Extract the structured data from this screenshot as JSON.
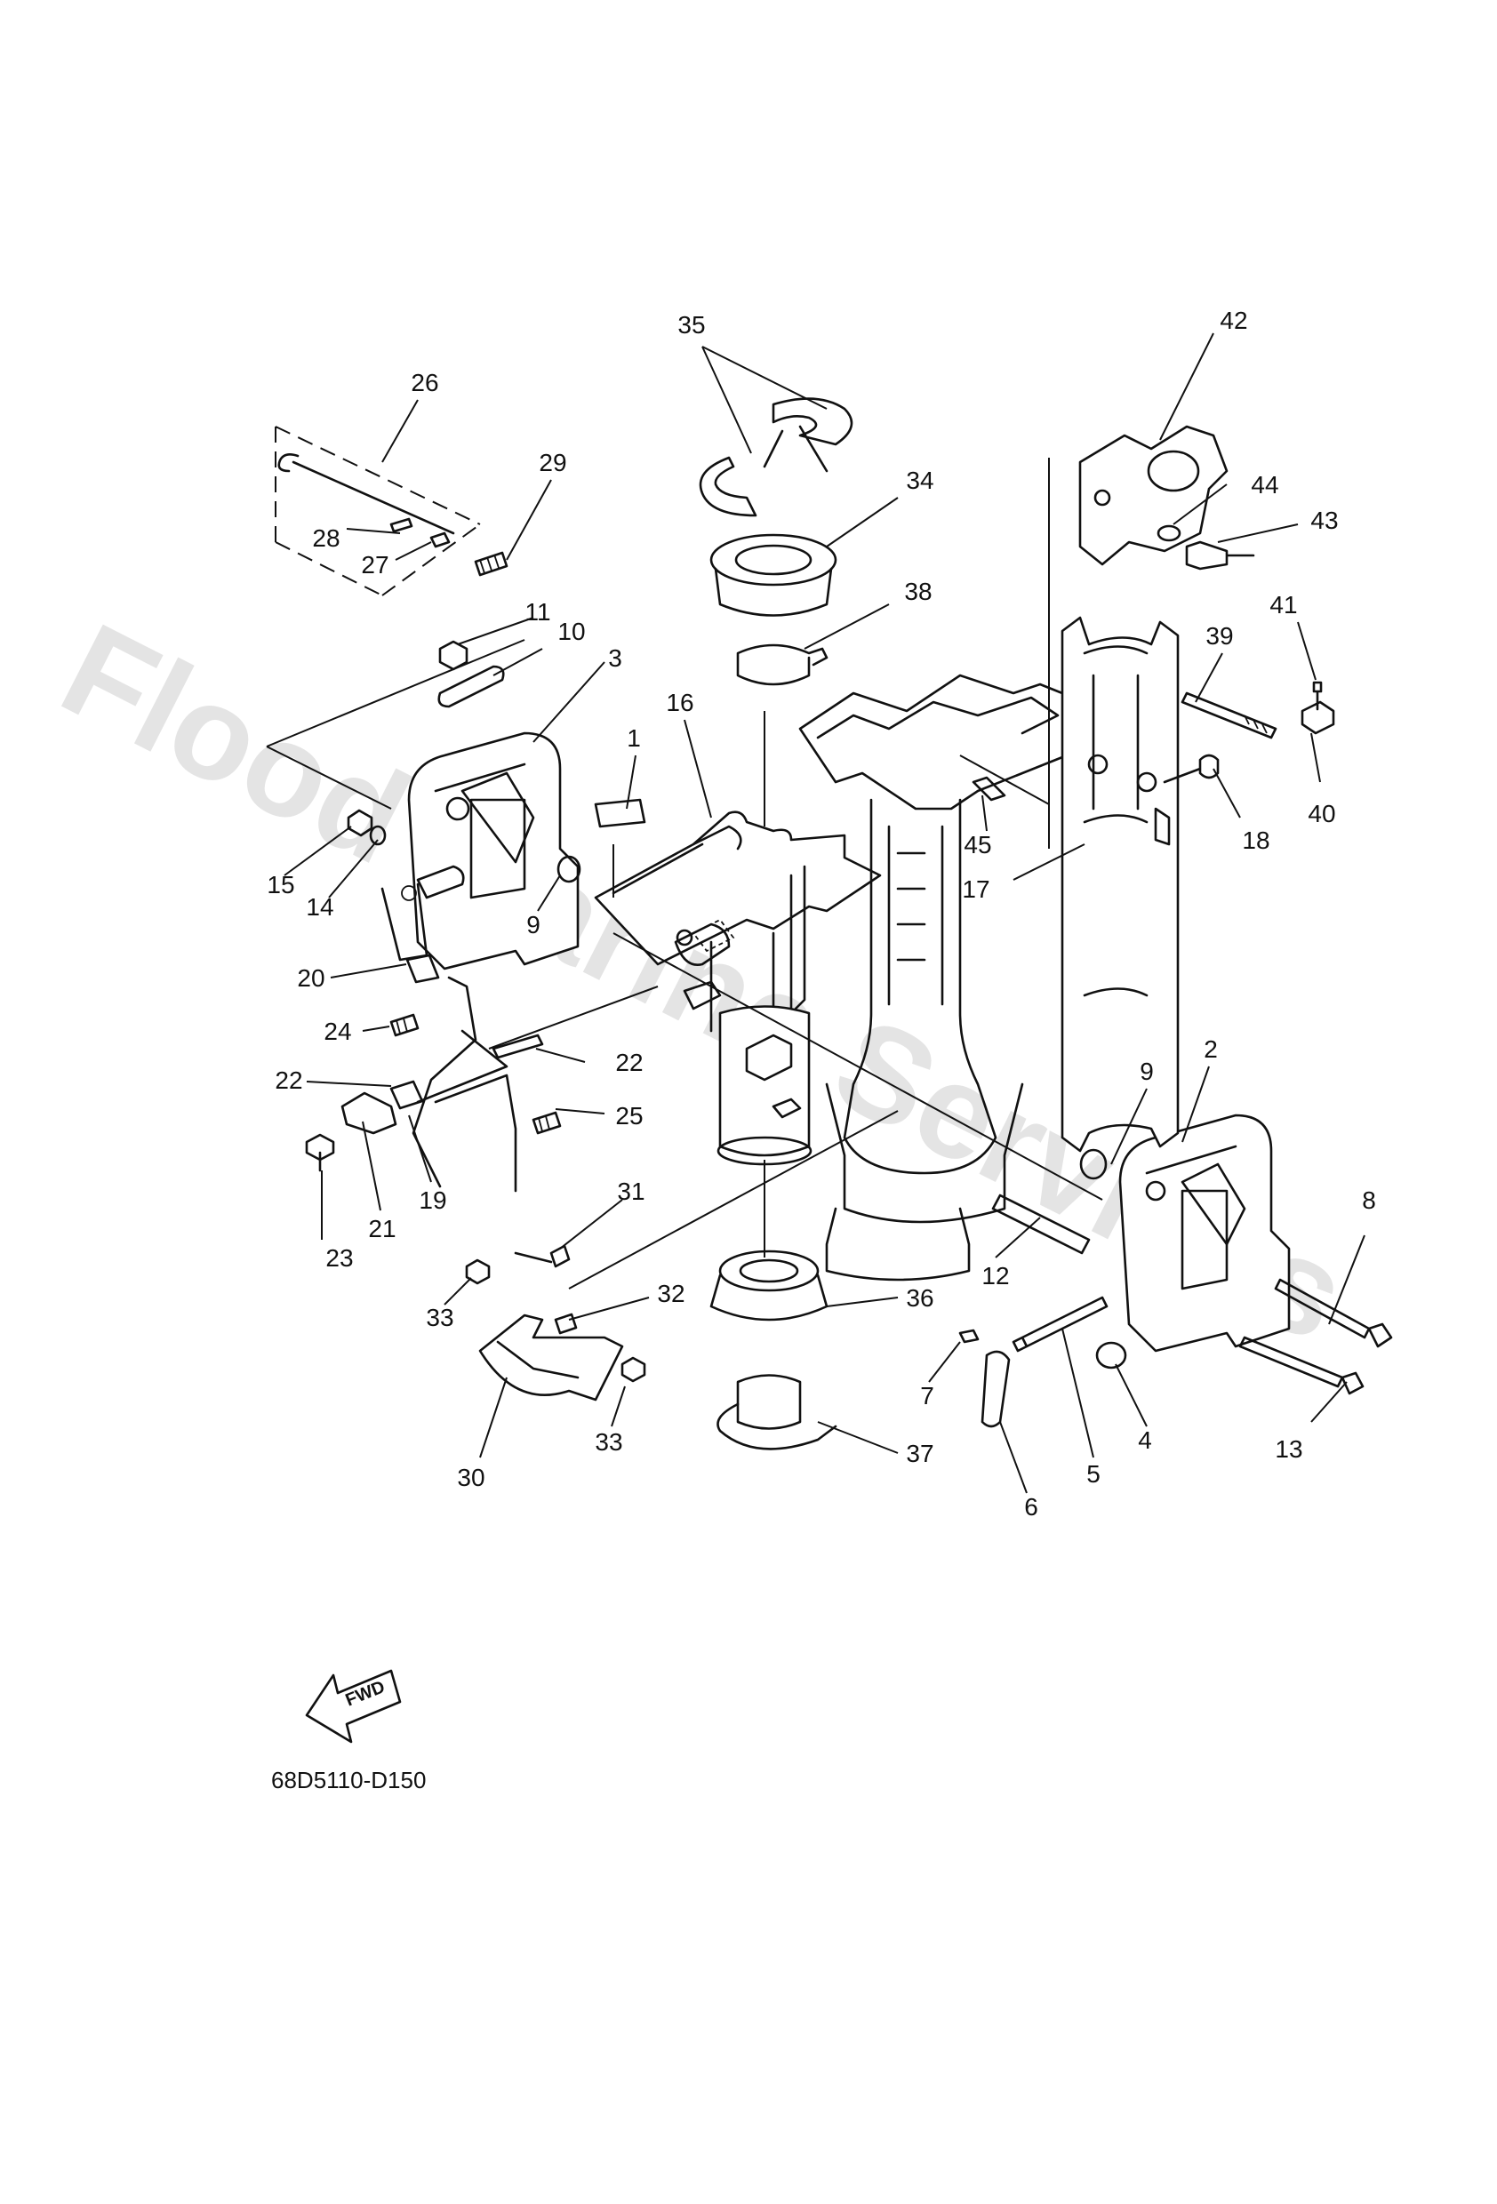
{
  "diagram": {
    "code": "68D5110-D150",
    "watermark": "Flood Marine Services",
    "fwd_label": "FWD",
    "callouts": {
      "c1": "1",
      "c2": "2",
      "c3": "3",
      "c4": "4",
      "c5": "5",
      "c6": "6",
      "c7": "7",
      "c8": "8",
      "c9a": "9",
      "c9b": "9",
      "c10": "10",
      "c11": "11",
      "c12": "12",
      "c13": "13",
      "c14": "14",
      "c15": "15",
      "c16": "16",
      "c17": "17",
      "c18": "18",
      "c19": "19",
      "c20": "20",
      "c21": "21",
      "c22a": "22",
      "c22b": "22",
      "c23": "23",
      "c24": "24",
      "c25": "25",
      "c26": "26",
      "c27": "27",
      "c28": "28",
      "c29": "29",
      "c30": "30",
      "c31": "31",
      "c32": "32",
      "c33a": "33",
      "c33b": "33",
      "c34": "34",
      "c35": "35",
      "c36": "36",
      "c37": "37",
      "c38": "38",
      "c39": "39",
      "c40": "40",
      "c41": "41",
      "c42": "42",
      "c43": "43",
      "c44": "44",
      "c45": "45"
    }
  }
}
